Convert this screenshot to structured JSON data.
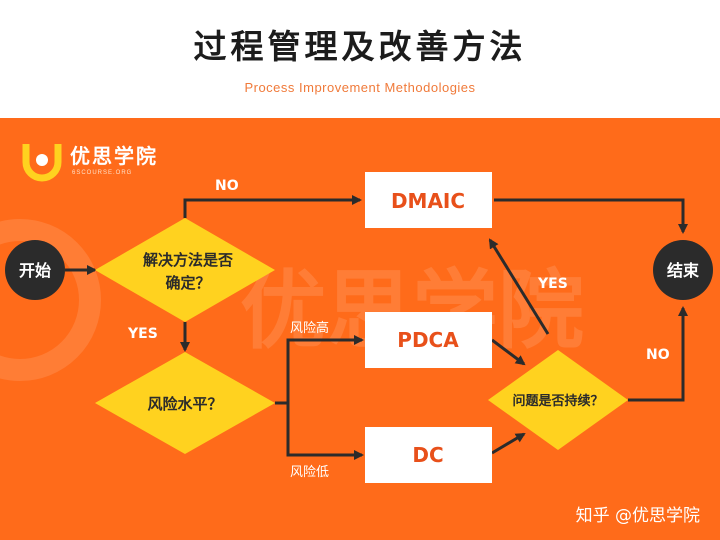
{
  "header": {
    "title": "过程管理及改善方法",
    "subtitle": "Process Improvement Methodologies"
  },
  "logo": {
    "name": "优思学院",
    "sub": "6SCOURSE.ORG"
  },
  "watermark": {
    "big": "优思学院",
    "bottom": "知乎 @优思学院"
  },
  "nodes": {
    "start": "开始",
    "end": "结束",
    "decision1_line1": "解决方法是否",
    "decision1_line2": "确定？",
    "decision2": "风险水平？",
    "decision3": "问题是否持续？",
    "dmaic": "DMAIC",
    "pdca": "PDCA",
    "dc": "DC"
  },
  "edges": {
    "no_top": "NO",
    "yes_left": "YES",
    "risk_high": "风险高",
    "risk_low": "风险低",
    "yes_right": "YES",
    "no_right": "NO"
  },
  "colors": {
    "panel": "#ff6b1a",
    "diamond": "#ffd21f",
    "box": "#ffffff",
    "box_text": "#e8501a",
    "circle": "#2b2b2b",
    "line": "#2b2b2b",
    "edge_label": "#ffffff"
  }
}
